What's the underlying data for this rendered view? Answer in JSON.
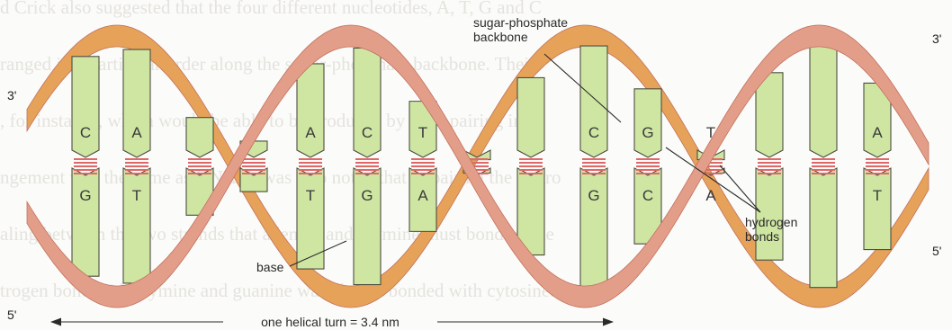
{
  "background_text": [
    "d Crick also suggested that the four different nucleotides, A, T, G and C",
    "ranged in a particular order along the sugar-phosphate backbone. Their",
    ", for instance, which would be able to be produced by base-pairing in pa",
    "ngement was the same as DNA. It was also noted that in pairing the hydro",
    "aling between the two strands that adenine and thymine must bond to ade",
    "trogen bond with thymine and guanine was always bonded with cytosine."
  ],
  "labels": {
    "backbone": "sugar-phosphate\nbackbone",
    "hydrogen_bonds": "hydrogen\nbonds",
    "base": "base",
    "helical_turn": "one helical turn = 3.4 nm"
  },
  "ends": {
    "left_top": "3'",
    "left_bottom": "5'",
    "right_top": "3'",
    "right_bottom": "5'"
  },
  "base_pairs": [
    {
      "top": "C",
      "bottom": "G"
    },
    {
      "top": "A",
      "bottom": "T"
    },
    {
      "top": "",
      "bottom": ""
    },
    {
      "top": "",
      "bottom": ""
    },
    {
      "top": "A",
      "bottom": "T"
    },
    {
      "top": "C",
      "bottom": "G"
    },
    {
      "top": "T",
      "bottom": "A"
    },
    {
      "top": "",
      "bottom": ""
    },
    {
      "top": "",
      "bottom": ""
    },
    {
      "top": "C",
      "bottom": "G"
    },
    {
      "top": "G",
      "bottom": "C"
    },
    {
      "top": "T",
      "bottom": "A"
    },
    {
      "top": "",
      "bottom": ""
    },
    {
      "top": "",
      "bottom": ""
    },
    {
      "top": "A",
      "bottom": "T"
    }
  ],
  "colors": {
    "strand_front": "#e39e8a",
    "strand_back": "#e6a259",
    "base_fill": "#cfe6a3",
    "base_stroke": "#4d4d42",
    "hbond": "#e06868"
  }
}
